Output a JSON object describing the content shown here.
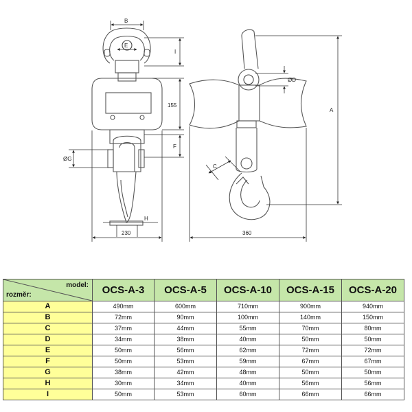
{
  "diagram": {
    "labels": {
      "B": "B",
      "E": "E",
      "I": "I",
      "D": "ØD",
      "A": "A",
      "H155": "155",
      "F": "F",
      "G": "ØG",
      "C": "C",
      "H": "H",
      "W230": "230",
      "W360": "360"
    }
  },
  "table": {
    "corner_model": "model:",
    "corner_size": "rozměr:",
    "models": [
      "OCS-A-3",
      "OCS-A-5",
      "OCS-A-10",
      "OCS-A-15",
      "OCS-A-20"
    ],
    "rows": [
      {
        "label": "A",
        "values": [
          "490mm",
          "600mm",
          "710mm",
          "900mm",
          "940mm"
        ]
      },
      {
        "label": "B",
        "values": [
          "72mm",
          "90mm",
          "100mm",
          "140mm",
          "150mm"
        ]
      },
      {
        "label": "C",
        "values": [
          "37mm",
          "44mm",
          "55mm",
          "70mm",
          "80mm"
        ]
      },
      {
        "label": "D",
        "values": [
          "34mm",
          "38mm",
          "40mm",
          "50mm",
          "50mm"
        ]
      },
      {
        "label": "E",
        "values": [
          "50mm",
          "56mm",
          "62mm",
          "72mm",
          "72mm"
        ]
      },
      {
        "label": "F",
        "values": [
          "50mm",
          "53mm",
          "59mm",
          "67mm",
          "67mm"
        ]
      },
      {
        "label": "G",
        "values": [
          "38mm",
          "42mm",
          "48mm",
          "50mm",
          "50mm"
        ]
      },
      {
        "label": "H",
        "values": [
          "30mm",
          "34mm",
          "40mm",
          "56mm",
          "56mm"
        ]
      },
      {
        "label": "I",
        "values": [
          "50mm",
          "53mm",
          "60mm",
          "66mm",
          "66mm"
        ]
      }
    ]
  }
}
